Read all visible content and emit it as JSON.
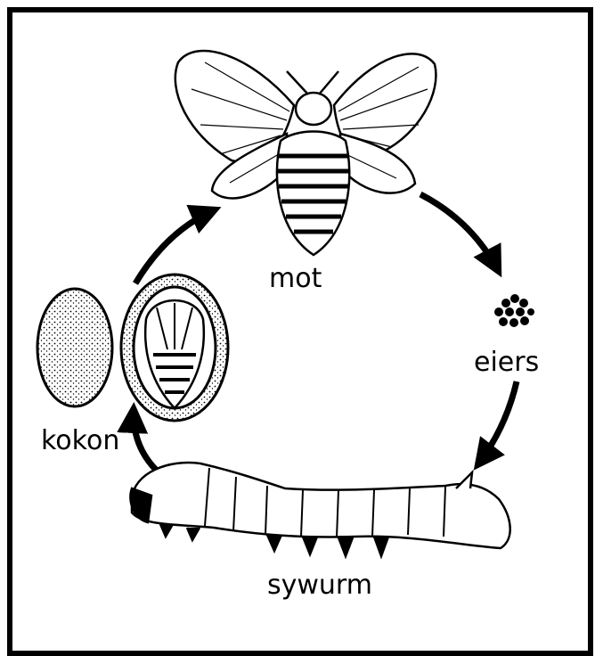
{
  "diagram": {
    "stages": {
      "moth": "mot",
      "eggs": "eiers",
      "silkworm": "sywurm",
      "cocoon": "kokon"
    },
    "colors": {
      "ink": "#000000",
      "background": "#ffffff"
    }
  }
}
